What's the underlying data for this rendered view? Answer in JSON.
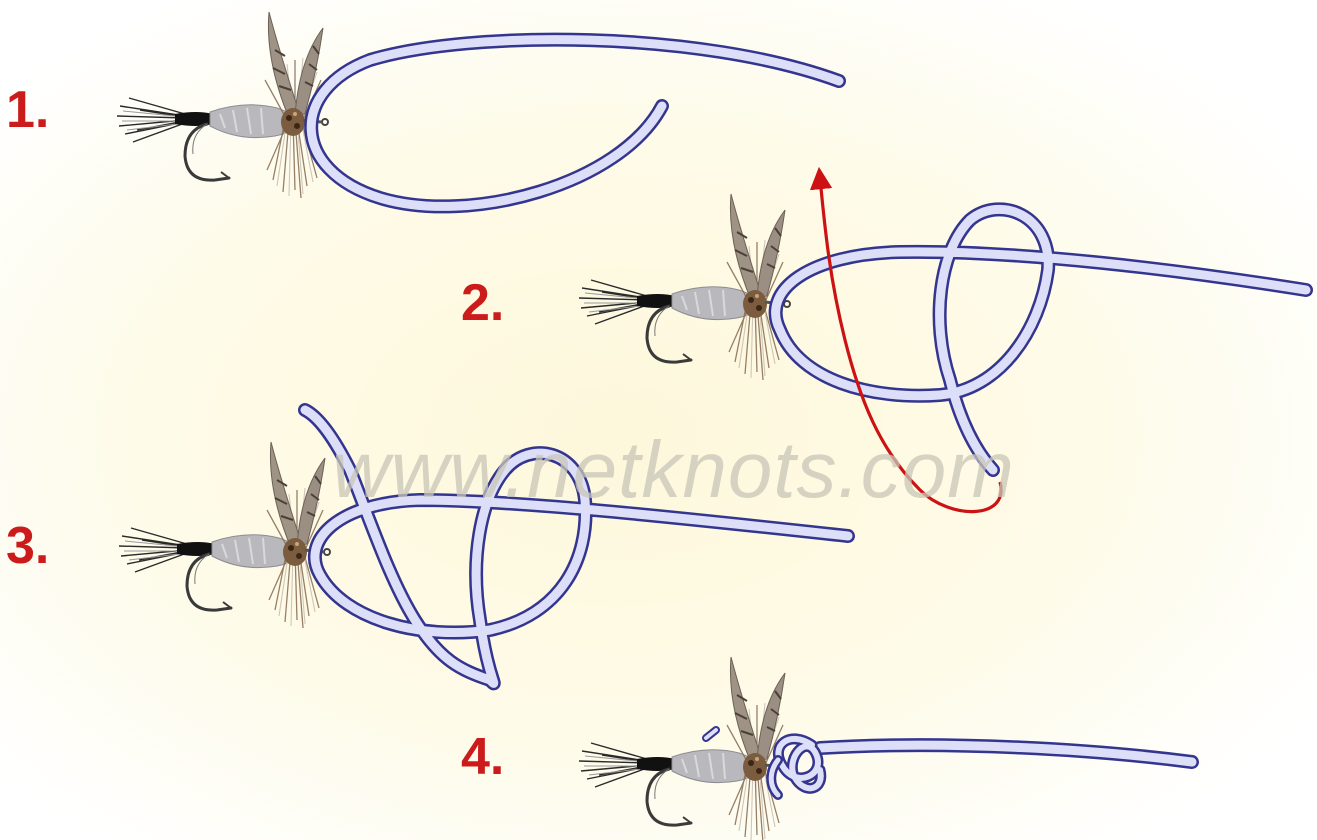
{
  "steps": [
    {
      "label": "1."
    },
    {
      "label": "2."
    },
    {
      "label": "3."
    },
    {
      "label": "4."
    }
  ],
  "watermark": "www.netknots.com",
  "colors": {
    "label": "#cc1b1b",
    "line_outline": "#34358f",
    "line_fill": "#dcdff7",
    "arrow": "#cc1212",
    "watermark": "#c9c6b8",
    "background_center": "#fdf9df",
    "background_edge": "#ffffff"
  },
  "icons": {
    "fly": "dry-fly-icon",
    "arrow": "red-direction-arrow"
  }
}
